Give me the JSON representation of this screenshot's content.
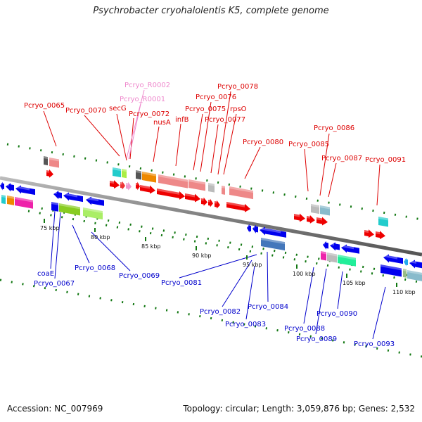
{
  "title": "Psychrobacter cryohalolentis K5, complete genome",
  "footer": {
    "accession": "Accession: NC_007969",
    "topology": "Topology: circular; Length: 3,059,876 bp; Genes: 2,532"
  },
  "colors": {
    "forward_label": "#dd0000",
    "reverse_label": "#0000cc",
    "rna_label": "#ee88cc",
    "track_dots": "#117711",
    "backbone": "#808080"
  },
  "ticks": [
    {
      "label": "75 kbp"
    },
    {
      "label": "80 kbp"
    },
    {
      "label": "85 kbp"
    },
    {
      "label": "90 kbp"
    },
    {
      "label": "95 kbp"
    },
    {
      "label": "100 kbp"
    },
    {
      "label": "105 kbp"
    },
    {
      "label": "110 kbp"
    }
  ],
  "forward_labels": [
    {
      "text": "Pcryo_0065"
    },
    {
      "text": "Pcryo_0070"
    },
    {
      "text": "secG"
    },
    {
      "text": "Pcryo_0072"
    },
    {
      "text": "nusA"
    },
    {
      "text": "infB"
    },
    {
      "text": "Pcryo_0075"
    },
    {
      "text": "Pcryo_0076"
    },
    {
      "text": "Pcryo_0077"
    },
    {
      "text": "rpsO"
    },
    {
      "text": "Pcryo_0078"
    },
    {
      "text": "Pcryo_0080"
    },
    {
      "text": "Pcryo_0085"
    },
    {
      "text": "Pcryo_0086"
    },
    {
      "text": "Pcryo_0087"
    },
    {
      "text": "Pcryo_0091"
    }
  ],
  "rna_labels": [
    {
      "text": "Pcryo_R0002"
    },
    {
      "text": "Pcryo_R0001"
    }
  ],
  "reverse_labels": [
    {
      "text": "coaE"
    },
    {
      "text": "Pcryo_0067"
    },
    {
      "text": "Pcryo_0068"
    },
    {
      "text": "Pcryo_0069"
    },
    {
      "text": "Pcryo_0081"
    },
    {
      "text": "Pcryo_0082"
    },
    {
      "text": "Pcryo_0083"
    },
    {
      "text": "Pcryo_0084"
    },
    {
      "text": "Pcryo_0088"
    },
    {
      "text": "Pcryo_0089"
    },
    {
      "text": "Pcryo_0090"
    },
    {
      "text": "Pcryo_0093"
    }
  ]
}
